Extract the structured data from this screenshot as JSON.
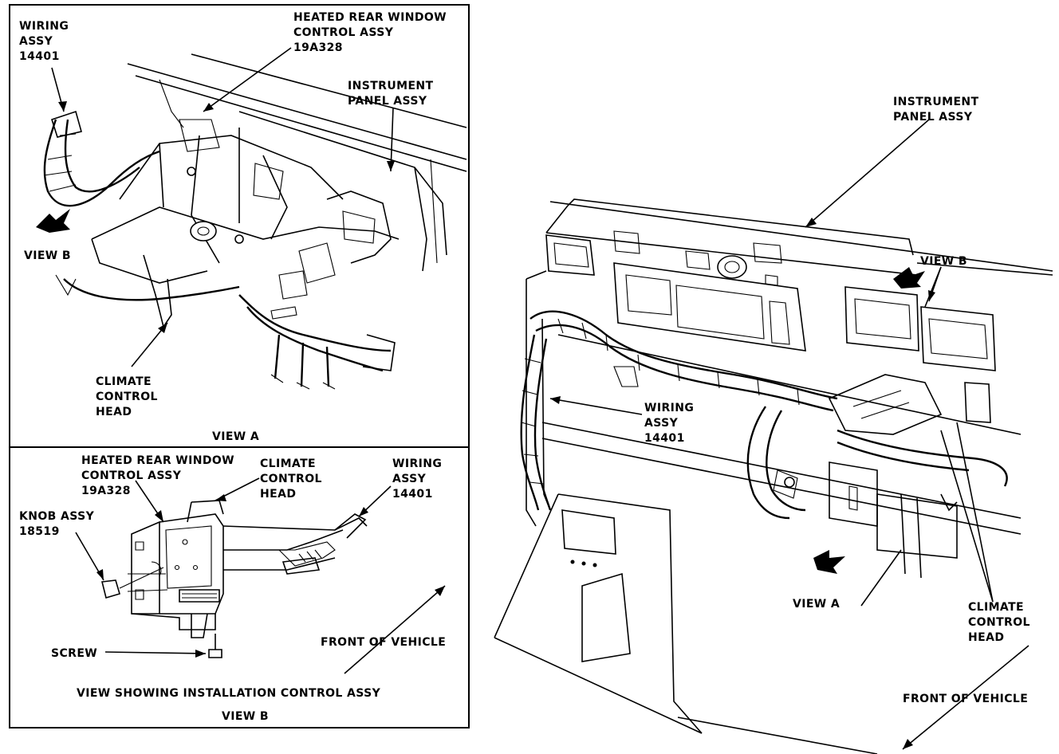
{
  "view_a": {
    "wiring_assy": [
      "WIRING",
      "ASSY",
      "14401"
    ],
    "heated_rear_window": [
      "HEATED REAR WINDOW",
      "CONTROL ASSY",
      "19A328"
    ],
    "instrument_panel": [
      "INSTRUMENT",
      "PANEL ASSY"
    ],
    "view_b_arrow": "VIEW B",
    "climate_control": [
      "CLIMATE",
      "CONTROL",
      "HEAD"
    ],
    "caption": "VIEW A"
  },
  "view_b": {
    "heated_rear_window": [
      "HEATED REAR WINDOW",
      "CONTROL ASSY",
      "19A328"
    ],
    "climate_control": [
      "CLIMATE",
      "CONTROL",
      "HEAD"
    ],
    "wiring_assy": [
      "WIRING",
      "ASSY",
      "14401"
    ],
    "knob_assy": [
      "KNOB ASSY",
      "18519"
    ],
    "screw": "SCREW",
    "front_of_vehicle": "FRONT OF VEHICLE",
    "caption_main": "VIEW SHOWING INSTALLATION CONTROL ASSY",
    "caption": "VIEW B"
  },
  "main": {
    "instrument_panel": [
      "INSTRUMENT",
      "PANEL ASSY"
    ],
    "view_b": "VIEW B",
    "wiring_assy": [
      "WIRING",
      "ASSY",
      "14401"
    ],
    "view_a": "VIEW A",
    "climate_control": [
      "CLIMATE",
      "CONTROL",
      "HEAD"
    ],
    "front_of_vehicle": "FRONT OF VEHICLE"
  }
}
